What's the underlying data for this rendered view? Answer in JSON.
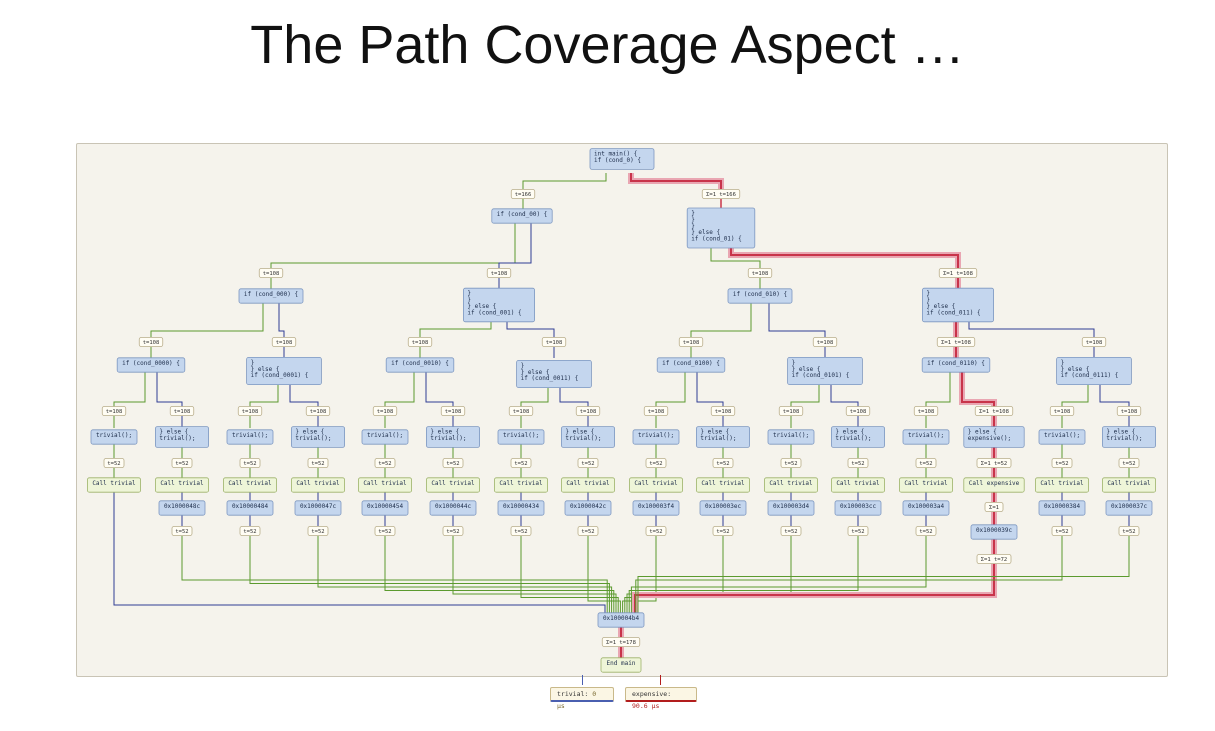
{
  "slide": {
    "title": "The Path Coverage Aspect …"
  },
  "legend": [
    {
      "label": "trivial:",
      "value": "0 µs",
      "color": "#4a5fb0"
    },
    {
      "label": "expensive:",
      "value": "90.6 µs",
      "color": "#b21d1d"
    }
  ],
  "colors": {
    "trivial_edge": "#2f3d95",
    "green_edge": "#5b9a2e",
    "hot_path": "#c8344a",
    "node_blue": "#c4d6ee",
    "node_green": "#eef5d8"
  },
  "diagram": {
    "nodes": [
      {
        "id": "n-main",
        "lines": [
          "int main() {",
          "  if (cond_0) {"
        ],
        "kind": "block"
      },
      {
        "id": "l-main-left",
        "lines": [
          "t=166"
        ],
        "kind": "label"
      },
      {
        "id": "l-main-right",
        "lines": [
          "Σ=1 t=166"
        ],
        "kind": "label"
      },
      {
        "id": "n-cond00",
        "lines": [
          "if (cond_00) {"
        ],
        "kind": "block"
      },
      {
        "id": "n-cond01",
        "lines": [
          "        }",
          "      }",
          "    }",
          "} else {",
          "  if (cond_01) {"
        ],
        "kind": "block"
      },
      {
        "id": "l-00-left",
        "lines": [
          "t=108"
        ],
        "kind": "label"
      },
      {
        "id": "l-00-right",
        "lines": [
          "t=108"
        ],
        "kind": "label"
      },
      {
        "id": "l-01-left",
        "lines": [
          "t=108"
        ],
        "kind": "label"
      },
      {
        "id": "l-01-right",
        "lines": [
          "Σ=1 t=108"
        ],
        "kind": "label"
      },
      {
        "id": "n-cond000",
        "lines": [
          "if (cond_000) {"
        ],
        "kind": "block"
      },
      {
        "id": "n-cond001",
        "lines": [
          "      }",
          "    }",
          "} else {",
          "  if (cond_001) {"
        ],
        "kind": "block"
      },
      {
        "id": "n-cond010",
        "lines": [
          "if (cond_010) {"
        ],
        "kind": "block"
      },
      {
        "id": "n-cond011",
        "lines": [
          "      }",
          "    }",
          "}     else {",
          "  if (cond_011) {"
        ],
        "kind": "block"
      },
      {
        "id": "l-000-l",
        "lines": [
          "t=108"
        ],
        "kind": "label"
      },
      {
        "id": "l-000-r",
        "lines": [
          "t=108"
        ],
        "kind": "label"
      },
      {
        "id": "l-001-l",
        "lines": [
          "t=108"
        ],
        "kind": "label"
      },
      {
        "id": "l-001-r",
        "lines": [
          "t=108"
        ],
        "kind": "label"
      },
      {
        "id": "l-010-l",
        "lines": [
          "t=108"
        ],
        "kind": "label"
      },
      {
        "id": "l-010-r",
        "lines": [
          "t=108"
        ],
        "kind": "label"
      },
      {
        "id": "l-011-l",
        "lines": [
          "Σ=1 t=108"
        ],
        "kind": "label"
      },
      {
        "id": "l-011-r",
        "lines": [
          "t=108"
        ],
        "kind": "label"
      },
      {
        "id": "n-cond0000",
        "lines": [
          "if (cond_0000) {"
        ],
        "kind": "block"
      },
      {
        "id": "n-cond0001",
        "lines": [
          "    }",
          "} else {",
          "  if (cond_0001) {"
        ],
        "kind": "block"
      },
      {
        "id": "n-cond0010",
        "lines": [
          "if (cond_0010) {"
        ],
        "kind": "block"
      },
      {
        "id": "n-cond0011",
        "lines": [
          "    }",
          "} else {",
          "  if (cond_0011) {"
        ],
        "kind": "block"
      },
      {
        "id": "n-cond0100",
        "lines": [
          "if (cond_0100) {"
        ],
        "kind": "block"
      },
      {
        "id": "n-cond0101",
        "lines": [
          "    }",
          "} else {",
          "  if (cond_0101) {"
        ],
        "kind": "block"
      },
      {
        "id": "n-cond0110",
        "lines": [
          "if (cond_0110) {"
        ],
        "kind": "block"
      },
      {
        "id": "n-cond0111",
        "lines": [
          "    }",
          "} else {",
          "  if (cond_0111) {"
        ],
        "kind": "block"
      }
    ],
    "leaves": [
      {
        "top": "t=108",
        "block": [
          "trivial();"
        ],
        "mid": "t=52",
        "call": "Call trivial",
        "addr": "",
        "bottom": ""
      },
      {
        "top": "t=108",
        "block": [
          "} else {",
          "  trivial();"
        ],
        "mid": "t=52",
        "call": "Call trivial",
        "addr": "0x1000048c",
        "bottom": "t=52"
      },
      {
        "top": "t=108",
        "block": [
          "trivial();"
        ],
        "mid": "t=52",
        "call": "Call trivial",
        "addr": "0x10000484",
        "bottom": "t=52"
      },
      {
        "top": "t=108",
        "block": [
          "} else {",
          "  trivial();"
        ],
        "mid": "t=52",
        "call": "Call trivial",
        "addr": "0x1000047c",
        "bottom": "t=52"
      },
      {
        "top": "t=108",
        "block": [
          "trivial();"
        ],
        "mid": "t=52",
        "call": "Call trivial",
        "addr": "0x10000454",
        "bottom": "t=52"
      },
      {
        "top": "t=108",
        "block": [
          "} else {",
          "  trivial();"
        ],
        "mid": "t=52",
        "call": "Call trivial",
        "addr": "0x1000044c",
        "bottom": "t=52"
      },
      {
        "top": "t=108",
        "block": [
          "trivial();"
        ],
        "mid": "t=52",
        "call": "Call trivial",
        "addr": "0x10000434",
        "bottom": "t=52"
      },
      {
        "top": "t=108",
        "block": [
          "} else {",
          "  trivial();"
        ],
        "mid": "t=52",
        "call": "Call trivial",
        "addr": "0x1000042c",
        "bottom": "t=52"
      },
      {
        "top": "t=108",
        "block": [
          "trivial();"
        ],
        "mid": "t=52",
        "call": "Call trivial",
        "addr": "0x100003f4",
        "bottom": "t=52"
      },
      {
        "top": "t=108",
        "block": [
          "} else {",
          "  trivial();"
        ],
        "mid": "t=52",
        "call": "Call trivial",
        "addr": "0x100003ec",
        "bottom": "t=52"
      },
      {
        "top": "t=108",
        "block": [
          "trivial();"
        ],
        "mid": "t=52",
        "call": "Call trivial",
        "addr": "0x100003d4",
        "bottom": "t=52"
      },
      {
        "top": "t=108",
        "block": [
          "} else {",
          "  trivial();"
        ],
        "mid": "t=52",
        "call": "Call trivial",
        "addr": "0x100003cc",
        "bottom": "t=52"
      },
      {
        "top": "t=108",
        "block": [
          "trivial();"
        ],
        "mid": "t=52",
        "call": "Call trivial",
        "addr": "0x100003a4",
        "bottom": "t=52"
      },
      {
        "top": "Σ=1 t=108",
        "block": [
          "} else {",
          "  expensive();"
        ],
        "mid": "Σ=1 t=52",
        "call": "Call expensive",
        "addr": "0x1000039c",
        "bottom": "Σ=1 t=72",
        "extra": "Σ=1"
      },
      {
        "top": "t=108",
        "block": [
          "trivial();"
        ],
        "mid": "t=52",
        "call": "Call trivial",
        "addr": "0x10000384",
        "bottom": "t=52"
      },
      {
        "top": "t=108",
        "block": [
          "} else {",
          "  trivial();"
        ],
        "mid": "t=52",
        "call": "Call trivial",
        "addr": "0x1000037c",
        "bottom": "t=52"
      }
    ],
    "merge": {
      "addr": "0x100004b4",
      "label": "Σ=1 t=178",
      "end": "End main"
    }
  }
}
